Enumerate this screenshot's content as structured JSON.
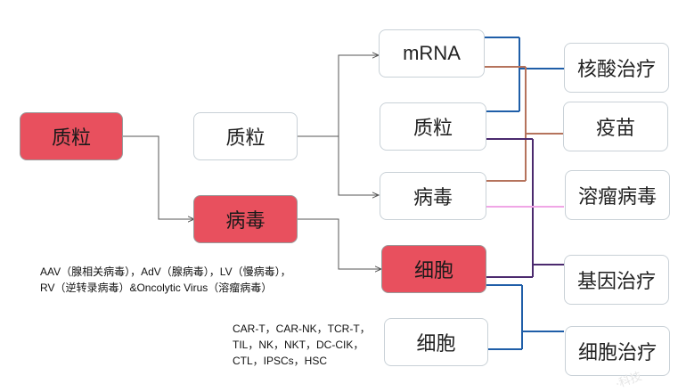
{
  "source": {
    "main": "质粒"
  },
  "vector": {
    "plasmid": "质粒",
    "virus": "病毒"
  },
  "platforms": {
    "mrna": "mRNA",
    "plasmid": "质粒",
    "virus": "病毒",
    "cell_red": "细胞",
    "cell": "细胞"
  },
  "therapies": {
    "nucleic": "核酸治疗",
    "vaccine": "疫苗",
    "oncolytic": "溶瘤病毒",
    "gene": "基因治疗",
    "cell": "细胞治疗"
  },
  "notes": {
    "virus_line1": "AAV（腺相关病毒），AdV（腺病毒），LV（慢病毒），",
    "virus_line2": "RV（逆转录病毒）&Oncolytic Virus（溶瘤病毒）",
    "cell_line1": "CAR-T，CAR-NK，TCR-T，",
    "cell_line2": "TIL，NK，NKT，DC-CIK，",
    "cell_line3": "CTL，IPSCs，HSC"
  },
  "watermark": "·科技",
  "colors": {
    "red": "#e8505e",
    "blue": "#1f5ea8",
    "brown": "#b5735c",
    "purple": "#4b2a6e",
    "pink": "#f0a6e6",
    "gray": "#555555"
  }
}
